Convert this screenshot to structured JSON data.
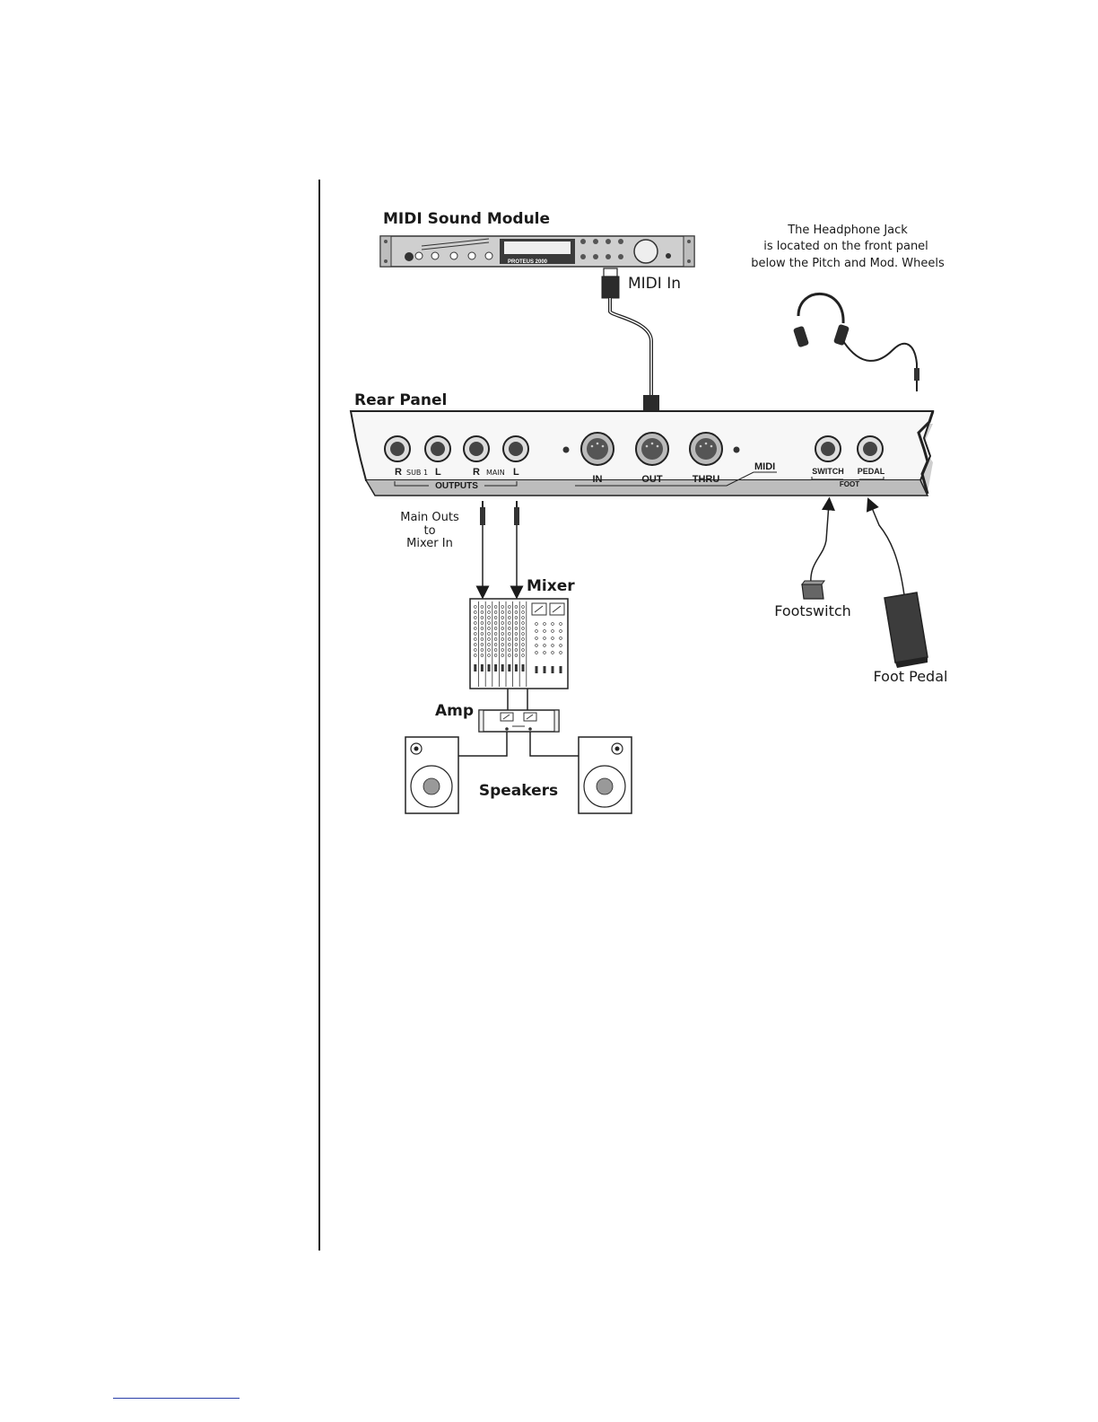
{
  "diagram": {
    "title_module": "MIDI Sound Module",
    "module_brand": "PROTEUS 2000",
    "midi_in_label": "MIDI In",
    "headphone_note": [
      "The Headphone Jack",
      "is located on the front panel",
      "below the Pitch and Mod. Wheels"
    ],
    "rear_panel_label": "Rear Panel",
    "outputs": {
      "group_label": "OUTPUTS",
      "sub_label": "SUB 1",
      "main_label": "MAIN",
      "r": "R",
      "l": "L"
    },
    "midi_ports": [
      "IN",
      "OUT",
      "THRU"
    ],
    "midi_group_label": "MIDI",
    "foot_ports": [
      "SWITCH",
      "PEDAL"
    ],
    "foot_group_label": "FOOT",
    "main_outs_note": [
      "Main Outs",
      "to",
      "Mixer In"
    ],
    "mixer_label": "Mixer",
    "amp_label": "Amp",
    "speakers_label": "Speakers",
    "footswitch_label": "Footswitch",
    "foot_pedal_label": "Foot Pedal"
  }
}
